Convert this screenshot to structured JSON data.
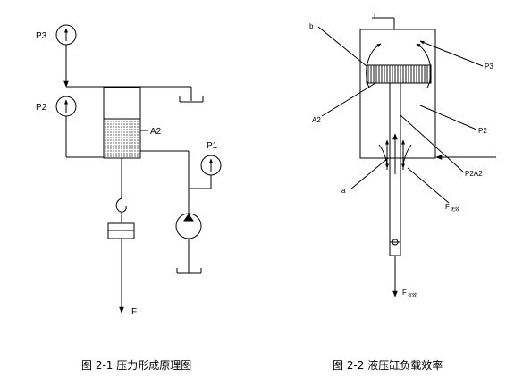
{
  "colors": {
    "ink": "#000000",
    "background": "#ffffff",
    "hatch_fill": "#dddddd"
  },
  "left_diagram": {
    "caption": "图 2-1 压力形成原理图",
    "labels": {
      "p3": "P3",
      "p2": "P2",
      "p1": "P1",
      "a2": "A2",
      "force": "F"
    }
  },
  "right_diagram": {
    "caption": "图 2-2 液压缸负载效率",
    "labels": {
      "top_mark": "I",
      "b": "b",
      "p3": "P3",
      "a2": "A2",
      "p2": "P2",
      "p2a2": "P2A2",
      "a": "a",
      "f_friction": "F",
      "f_friction_sub": "无效",
      "f_useful": "F",
      "f_useful_sub": "有效"
    }
  }
}
